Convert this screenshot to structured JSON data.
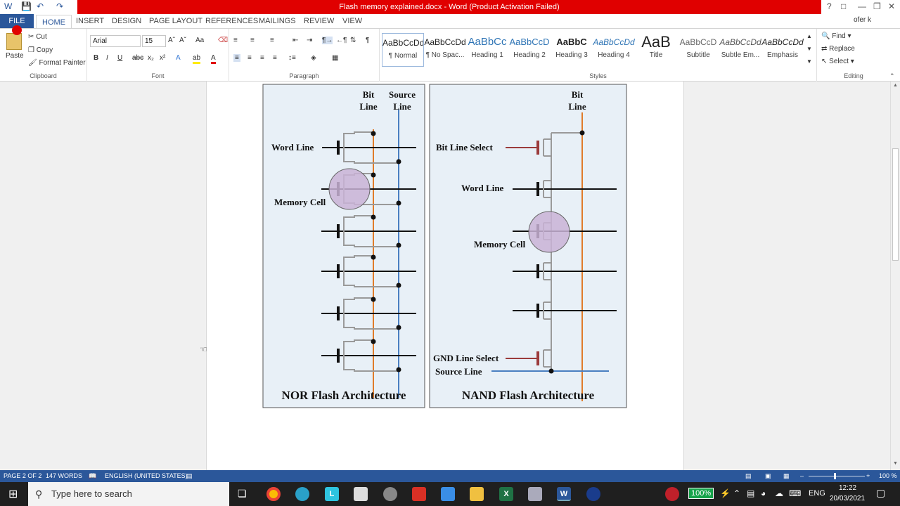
{
  "window": {
    "title": "Flash memory explained.docx - Word (Product Activation Failed)",
    "user": "ofer k"
  },
  "tabs": [
    "FILE",
    "HOME",
    "INSERT",
    "DESIGN",
    "PAGE LAYOUT",
    "REFERENCES",
    "MAILINGS",
    "REVIEW",
    "VIEW"
  ],
  "ribbon": {
    "clipboard": {
      "paste": "Paste",
      "cut": "Cut",
      "copy": "Copy",
      "format_painter": "Format Painter",
      "label": "Clipboard"
    },
    "font": {
      "name": "Arial",
      "size": "15",
      "label": "Font"
    },
    "paragraph": {
      "label": "Paragraph"
    },
    "styles": {
      "label": "Styles",
      "items": [
        {
          "preview": "AaBbCcDd",
          "name": "¶ Normal"
        },
        {
          "preview": "AaBbCcDd",
          "name": "¶ No Spac..."
        },
        {
          "preview": "AaBbCc",
          "name": "Heading 1"
        },
        {
          "preview": "AaBbCcD",
          "name": "Heading 2"
        },
        {
          "preview": "AaBbC",
          "name": "Heading 3"
        },
        {
          "preview": "AaBbCcDd",
          "name": "Heading 4"
        },
        {
          "preview": "AaB",
          "name": "Title"
        },
        {
          "preview": "AaBbCcD",
          "name": "Subtitle"
        },
        {
          "preview": "AaBbCcDd",
          "name": "Subtle Em..."
        },
        {
          "preview": "AaBbCcDd",
          "name": "Emphasis"
        }
      ]
    },
    "editing": {
      "find": "Find",
      "replace": "Replace",
      "select": "Select",
      "label": "Editing"
    }
  },
  "figure": {
    "nor": {
      "bit_line": [
        "Bit",
        "Line"
      ],
      "source_line": [
        "Source",
        "Line"
      ],
      "word_line": "Word Line",
      "memory_cell": "Memory Cell",
      "title": "NOR Flash Architecture"
    },
    "nand": {
      "bit_line": [
        "Bit",
        "Line"
      ],
      "bit_line_select": "Bit Line Select",
      "word_line": "Word Line",
      "memory_cell": "Memory Cell",
      "gnd_line_select": "GND Line Select",
      "source_line": "Source Line",
      "title": "NAND Flash Architecture"
    }
  },
  "status": {
    "page": "PAGE 2 OF 2",
    "words": "147 WORDS",
    "language": "ENGLISH (UNITED STATES)",
    "zoom": "100 %"
  },
  "taskbar": {
    "search": "Type here to search",
    "battery": "100%",
    "lang": "ENG",
    "time": "12:22",
    "date": "20/03/2021"
  }
}
